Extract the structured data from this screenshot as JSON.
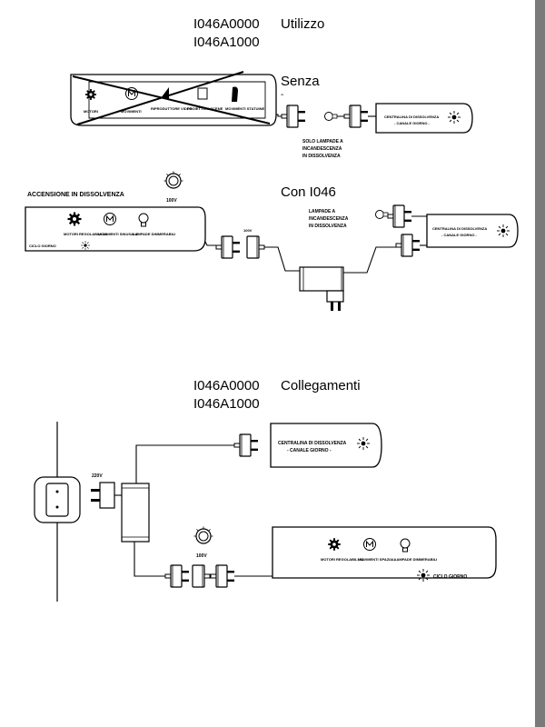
{
  "top_title": {
    "codes": [
      "I046A0000",
      "I046A1000"
    ],
    "heading": "Utilizzo"
  },
  "senza": {
    "heading": "Senza",
    "dash": "-",
    "panel_items": [
      "MOTORI",
      "MOVIMENTI",
      "RIPRODUTTORE VIDEO",
      "PROIETTORI SCENE",
      "MOVIMENTI STATUINE"
    ],
    "note_lines": [
      "SOLO LAMPADE A",
      "INCANDESCENZA",
      "IN DISSOLVENZA"
    ],
    "controller_lines": [
      "CENTRALINA DI DISSOLVENZA",
      "- CANALE GIORNO -"
    ]
  },
  "con": {
    "heading": "Con I046",
    "accensione": "ACCENSIONE IN DISSOLVENZA",
    "voltage_top": "100V",
    "voltage_plug": "100V",
    "panel_items": [
      "MOTORI REGOLABILI 4A",
      "MOVIMENTI SINUSALE",
      "LAMPADE DIMMERABILI"
    ],
    "cycle": "CICLO GIORNO",
    "note_lines": [
      "LAMPADE A",
      "INCANDESCENZA",
      "IN DISSOLVENZA"
    ],
    "controller_lines": [
      "CENTRALINA DI DISSOLVENZA",
      "- CANALE GIORNO -"
    ]
  },
  "bottom_title": {
    "codes": [
      "I046A0000",
      "I046A1000"
    ],
    "heading": "Collegamenti"
  },
  "collegamenti": {
    "controller_lines": [
      "CENTRALINA DI DISSOLVENZA",
      "- CANALE GIORNO -"
    ],
    "mains_voltage": "220V",
    "voltage_top": "100V",
    "panel_items": [
      "MOTORI REGOLABILI 4A",
      "MOVIMENTI SPAZIALI",
      "LAMPADE DIMMERABILI"
    ],
    "cycle": "CICLO GIORNO"
  },
  "icons": [
    "gear-icon",
    "motion-icon",
    "bulb-icon",
    "sun-icon",
    "plug-icon",
    "knob-icon",
    "power-adapter-icon",
    "wall-socket-icon",
    "cross-out-icon"
  ]
}
